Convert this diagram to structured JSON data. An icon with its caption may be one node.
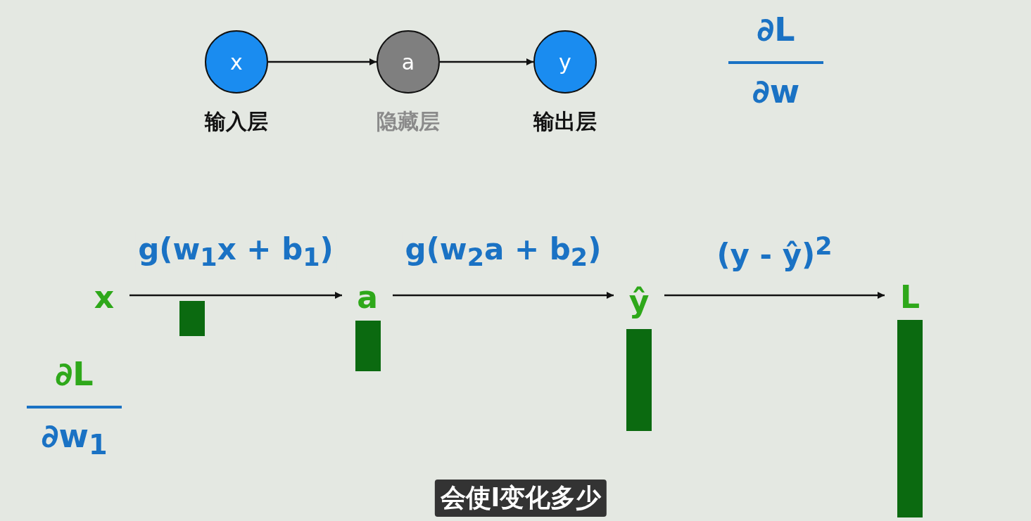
{
  "diagram": {
    "caption": "会使l变化多少",
    "nodes": [
      {
        "text": [
          "x"
        ],
        "beside": [
          "输入层"
        ]
      },
      {
        "text": [
          "a"
        ],
        "beside": [
          "隐藏层"
        ]
      },
      {
        "text": [
          "y"
        ],
        "beside": [
          "输出层"
        ]
      },
      {
        "text": [
          "x"
        ]
      },
      {
        "text": [
          "a"
        ]
      },
      {
        "text": [
          "ŷ"
        ]
      },
      {
        "text": [
          "L"
        ]
      },
      {
        "text": [],
        "shape": "bar"
      },
      {
        "text": [],
        "shape": "bar"
      },
      {
        "text": [],
        "shape": "bar"
      },
      {
        "text": [],
        "shape": "bar"
      }
    ],
    "edges": [
      {
        "from": 0,
        "to": 1,
        "arrow": "to"
      },
      {
        "from": 1,
        "to": 2,
        "arrow": "to"
      },
      {
        "from": 3,
        "to": 4,
        "arrow": "to",
        "label": "g(w$_{1}$x + b$_{1}$)"
      },
      {
        "from": 4,
        "to": 5,
        "arrow": "to",
        "label": "g(w$_{2}$a + b$_{2}$)"
      },
      {
        "from": 5,
        "to": 6,
        "arrow": "to",
        "label": "(y - ŷ)$^{2}$"
      }
    ],
    "labels": [
      "∂L",
      "∂w",
      "∂L",
      "∂w$_{1}$"
    ]
  }
}
